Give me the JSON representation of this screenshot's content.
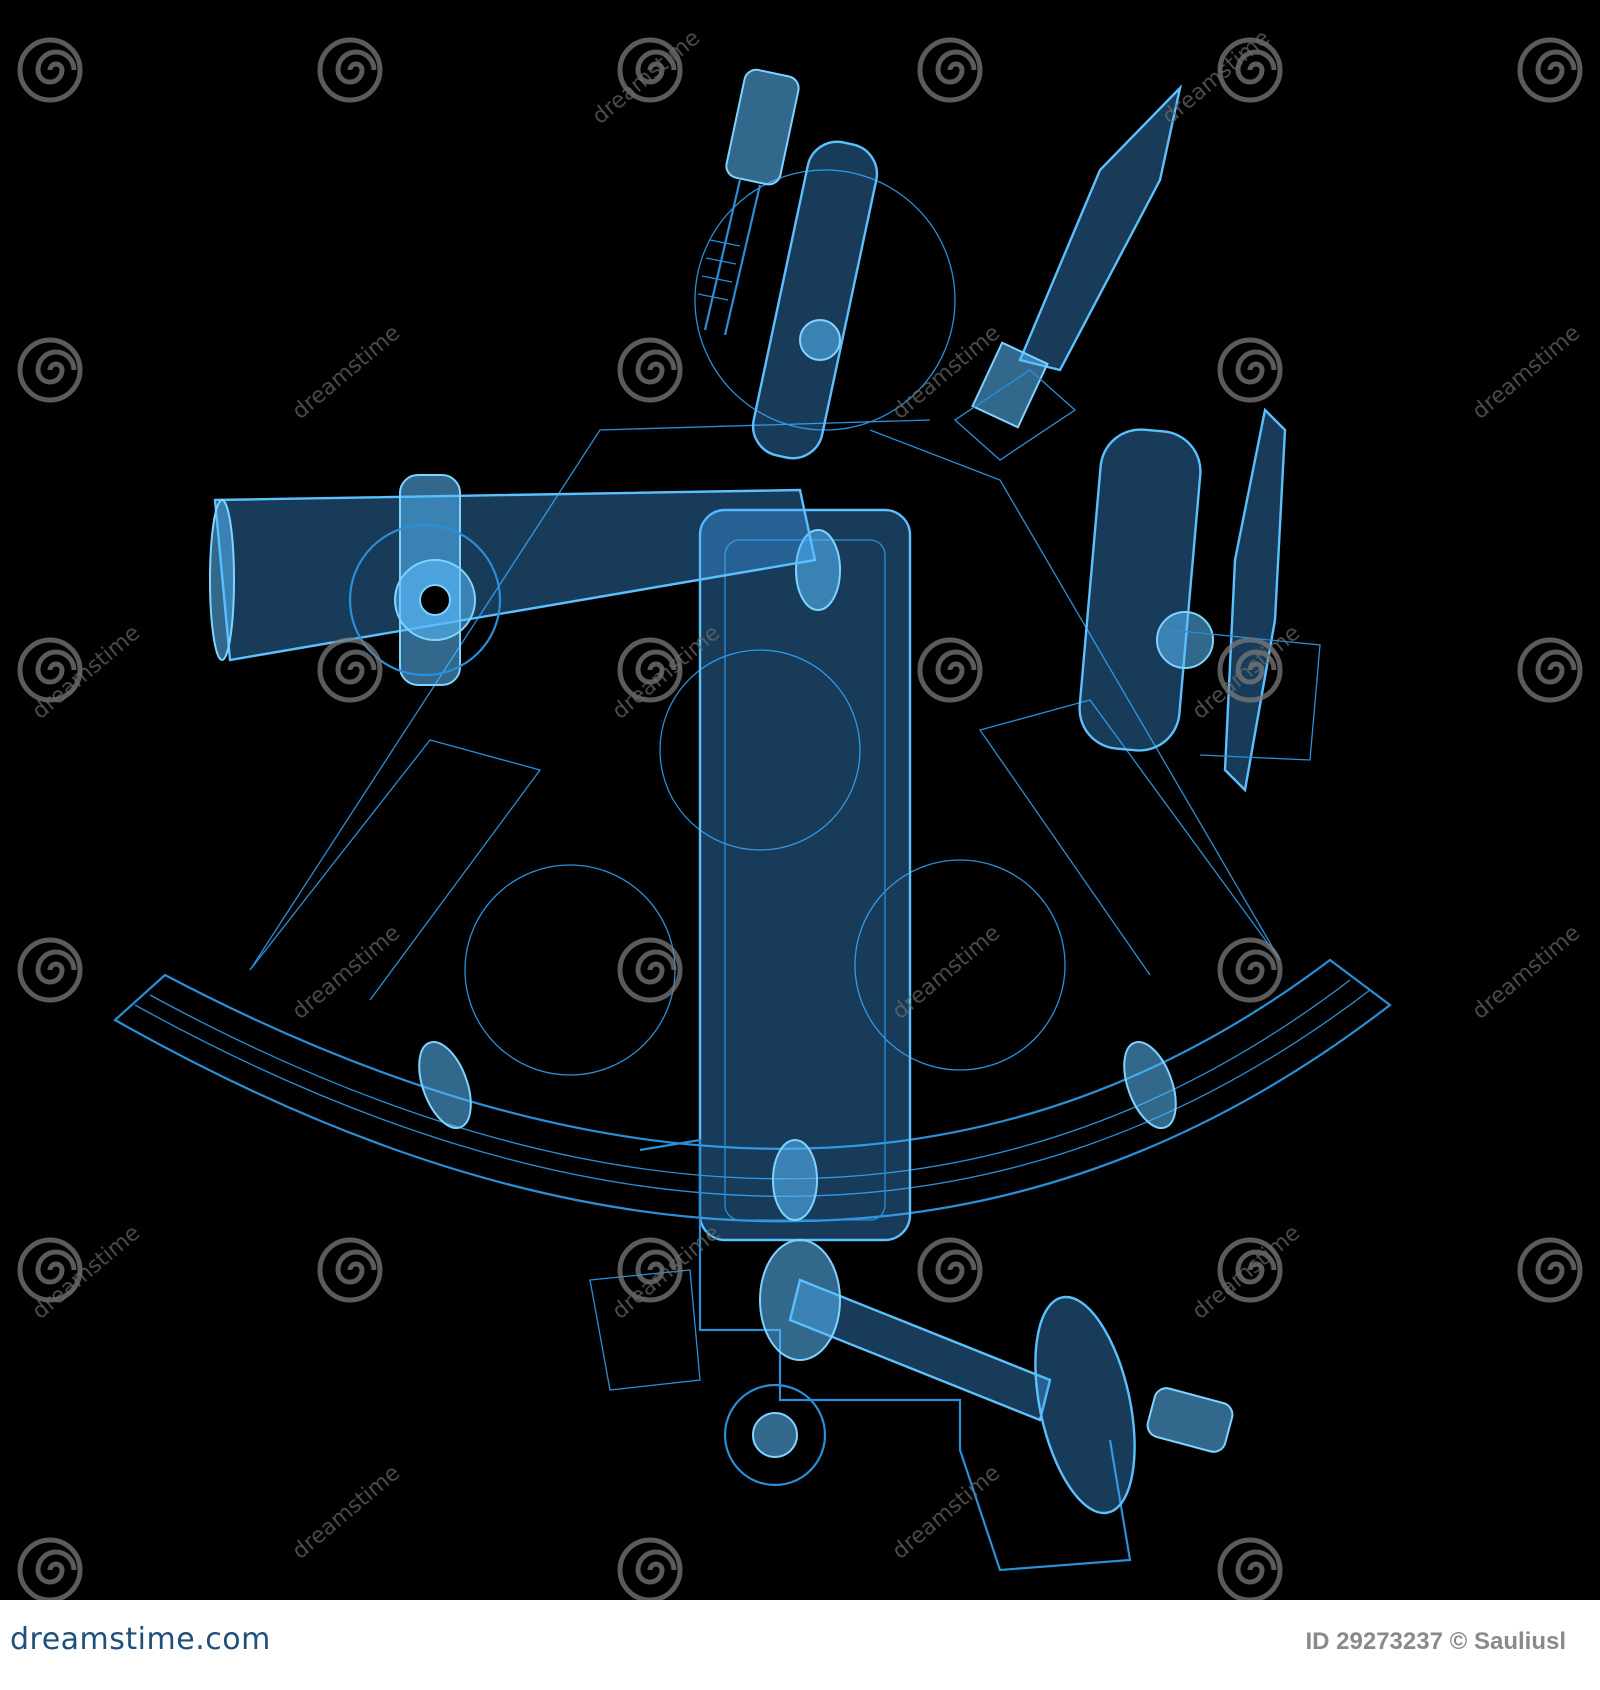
{
  "watermark": {
    "text": "dreamstime",
    "footer_logo": "dreamstime.com",
    "credit": "ID 29273237 © Sauliusl"
  },
  "colors": {
    "background": "#000000",
    "xray_blue": "#2a8fd8",
    "highlight_blue": "#5cc0ff",
    "footer_background": "#ffffff",
    "footer_logo": "#1f4f7a",
    "credit_text": "#8a8a8a"
  },
  "subject": {
    "object": "sextant",
    "rendering": "blue x-ray wireframe"
  }
}
